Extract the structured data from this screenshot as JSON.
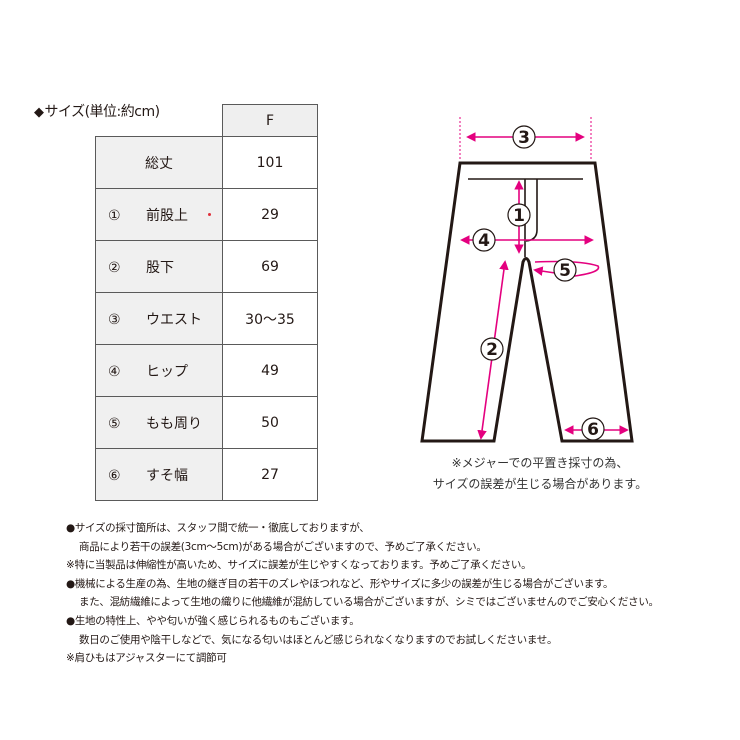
{
  "title": {
    "bullet": "◆",
    "text": "サイズ(単位:約cm)"
  },
  "table": {
    "size_header": "F",
    "rows": [
      {
        "num": "",
        "label": "総丈",
        "value": "101"
      },
      {
        "num": "①",
        "label": "前股上",
        "value": "29"
      },
      {
        "num": "②",
        "label": "股下",
        "value": "69"
      },
      {
        "num": "③",
        "label": "ウエスト",
        "value": "30〜35"
      },
      {
        "num": "④",
        "label": "ヒップ",
        "value": "49"
      },
      {
        "num": "⑤",
        "label": "もも周り",
        "value": "50"
      },
      {
        "num": "⑥",
        "label": "すそ幅",
        "value": "27"
      }
    ]
  },
  "diagram": {
    "accent_color": "#e4007f",
    "line_color": "#231815",
    "markers": [
      "①",
      "②",
      "③",
      "④",
      "⑤",
      "⑥"
    ],
    "note_lines": [
      "※メジャーでの平置き採寸の為、",
      "サイズの誤差が生じる場合があります。"
    ]
  },
  "notes": [
    {
      "text": "●サイズの採寸箇所は、スタッフ間で統一・徹底しておりますが、",
      "indent": false
    },
    {
      "text": "商品により若干の誤差(3cm〜5cm)がある場合がございますので、予めご了承ください。",
      "indent": true
    },
    {
      "text": "※特に当製品は伸縮性が高いため、サイズに誤差が生じやすくなっております。予めご了承ください。",
      "indent": false
    },
    {
      "text": "●機械による生産の為、生地の継ぎ目の若干のズレやほつれなど、形やサイズに多少の誤差が生じる場合がございます。",
      "indent": false
    },
    {
      "text": "また、混紡繊維によって生地の織りに他繊維が混紡している場合がございますが、シミではございませんのでご安心ください。",
      "indent": true
    },
    {
      "text": "●生地の特性上、やや匂いが強く感じられるものもございます。",
      "indent": false
    },
    {
      "text": "数日のご使用や陰干しなどで、気になる匂いはほとんど感じられなくなりますのでお試しくださいませ。",
      "indent": true
    },
    {
      "text": "※肩ひもはアジャスターにて調節可",
      "indent": false
    }
  ]
}
